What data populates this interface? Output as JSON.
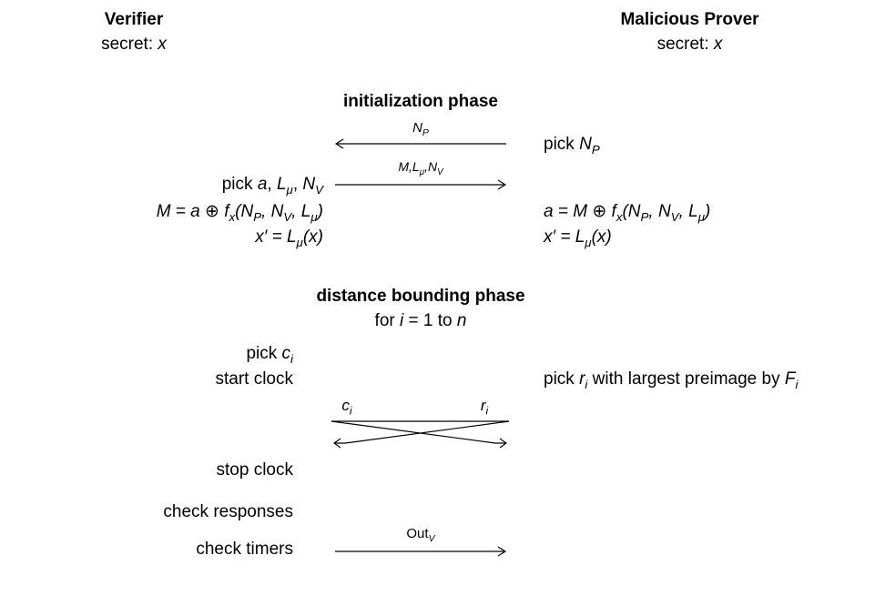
{
  "colors": {
    "text": "#000000",
    "background": "#ffffff"
  },
  "parties": {
    "verifier": {
      "name": "Verifier",
      "secret": "secret: *x*"
    },
    "prover": {
      "name": "Malicious Prover",
      "secret": "secret: *x*"
    }
  },
  "init_phase": {
    "title": "initialization phase",
    "msg1": {
      "label": "N_{P}",
      "direction": "left",
      "prover_text": "pick *N_{P}*"
    },
    "msg2": {
      "label": "M,L_{μ},N_{V}",
      "direction": "right",
      "verifier_text": "pick *a*, *L_{μ}*, *N_{V}*"
    },
    "verifier_computations": [
      "M = a ⊕ f_{x}(N_{P}, N_{V}, L_{μ})",
      "x′ = L_{μ}(x)"
    ],
    "prover_computations": [
      "a = M ⊕ f_{x}(N_{P}, N_{V}, L_{μ})",
      "x′ = L_{μ}(x)"
    ]
  },
  "db_phase": {
    "title": "distance bounding phase",
    "loop": "for *i* = 1 to *n*",
    "verifier_steps": [
      "pick *c_{i}*",
      "start clock"
    ],
    "prover_step": "pick *r_{i}* with largest preimage by *F_{i}*",
    "challenge_label": "c_{i}",
    "response_label": "r_{i}",
    "stop": "stop clock"
  },
  "final_phase": {
    "verifier_checks": [
      "check responses",
      "check timers"
    ],
    "msg": {
      "label": "Out*_{V}*",
      "direction": "right"
    }
  }
}
